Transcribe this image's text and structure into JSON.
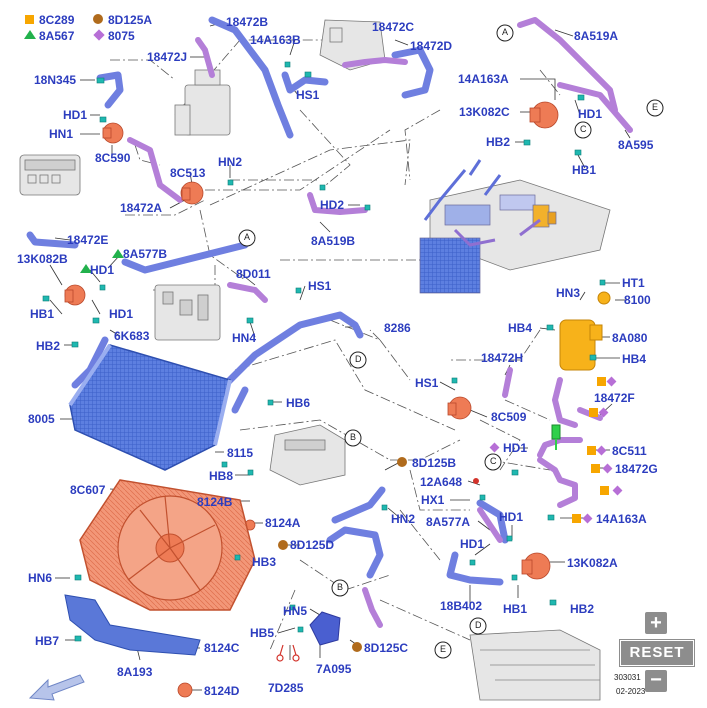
{
  "legend": {
    "items": [
      {
        "symbol": "orange-square",
        "code": "8C289"
      },
      {
        "symbol": "brown-circle",
        "code": "8D125A"
      },
      {
        "symbol": "green-triangle",
        "code": "8A567"
      },
      {
        "symbol": "purple-diamond",
        "code": "8075"
      }
    ]
  },
  "callouts": {
    "c18472B": "18472B",
    "c14A163B": "14A163B",
    "c18472J": "18472J",
    "c18472C": "18472C",
    "c18472D": "18472D",
    "c8A519A": "8A519A",
    "c18N345": "18N345",
    "cHS1_top": "HS1",
    "c14A163A": "14A163A",
    "cHD1_tl": "HD1",
    "cHN1_tl": "HN1",
    "c13K082C": "13K082C",
    "cHD1_tr": "HD1",
    "c8C590": "8C590",
    "cHB2_tr": "HB2",
    "c8A595": "8A595",
    "c8C513": "8C513",
    "cHN2_top": "HN2",
    "cHB1_tr": "HB1",
    "c18472A": "18472A",
    "cHD2": "HD2",
    "c8A519B": "8A519B",
    "c18472E": "18472E",
    "c13K082B": "13K082B",
    "c8A577B": "8A577B",
    "cHD1_ml": "HD1",
    "c8D011": "8D011",
    "cHS1_mid": "HS1",
    "cHB1_ml": "HB1",
    "cHD1_ml2": "HD1",
    "cHN3": "HN3",
    "cHT1": "HT1",
    "c8100": "8100",
    "c6K683": "6K683",
    "cHB2_ml": "HB2",
    "cHN4": "HN4",
    "c8286": "8286",
    "cHB4_a": "HB4",
    "c8A080": "8A080",
    "c18472H": "18472H",
    "cHB4_b": "HB4",
    "cHS1_r": "HS1",
    "c8005": "8005",
    "cHB6": "HB6",
    "c8C509": "8C509",
    "c18472F": "18472F",
    "cHD1_r": "HD1",
    "c8C511": "8C511",
    "c8115": "8115",
    "c8D125B": "8D125B",
    "c18472G": "18472G",
    "cHB8": "HB8",
    "c8C607": "8C607",
    "c12A648": "12A648",
    "c8124B": "8124B",
    "cHX1": "HX1",
    "cHD1_r2": "HD1",
    "c8124A": "8124A",
    "cHN2_b": "HN2",
    "c8A577A": "8A577A",
    "c14A163A_b": "14A163A",
    "c8D125D": "8D125D",
    "cHB3": "HB3",
    "cHD1_r3": "HD1",
    "c13K082A": "13K082A",
    "cHN6": "HN6",
    "c18B402": "18B402",
    "cHB1_b": "HB1",
    "cHB2_b": "HB2",
    "cHN5": "HN5",
    "cHB7": "HB7",
    "cHB5": "HB5",
    "c8D125C": "8D125C",
    "c8124C": "8124C",
    "c8A193": "8A193",
    "c7A095": "7A095",
    "c7D285": "7D285",
    "c8124D": "8124D"
  },
  "refs": {
    "A1": "A",
    "A2": "A",
    "B1": "B",
    "B2": "B",
    "C1": "C",
    "C2": "C",
    "D1": "D",
    "D2": "D",
    "E1": "E",
    "E2": "E"
  },
  "controls": {
    "zoom_in": "+",
    "reset": "RESET",
    "zoom_out": "−"
  },
  "footer": {
    "id": "303031",
    "date": "02-2023"
  },
  "colors": {
    "label": "#2c3dbf",
    "hose_blue": "#6f7fe0",
    "hose_purple": "#b47fd8",
    "pump_orange": "#ee7b55",
    "reservoir_yellow": "#f7b21a",
    "radiator_blue": "#4f73d6",
    "fan_orange": "#f08a6a",
    "clip_teal": "#1fb8b0",
    "controls_gray": "#8d8d8d"
  },
  "icons": [
    "navigation-arrow-icon",
    "zoom-in-icon",
    "zoom-out-icon"
  ]
}
